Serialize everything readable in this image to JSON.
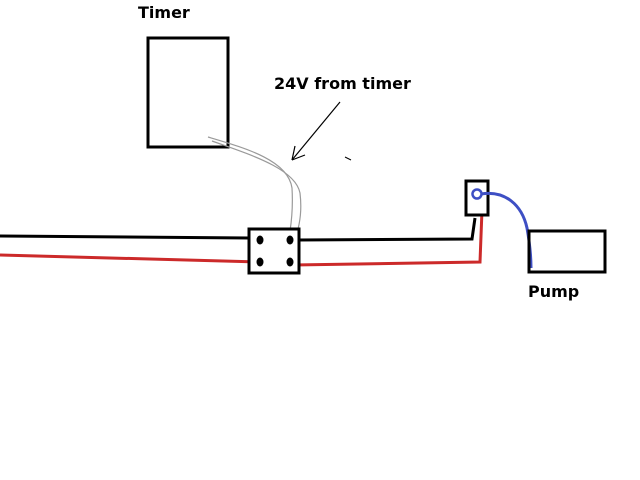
{
  "labels": {
    "timer": "Timer",
    "annotation": "24V from timer",
    "pump": "Pump"
  },
  "colors": {
    "line_wire": "#000000",
    "hot_wire": "#cc2a2a",
    "pump_wire": "#3e4fc4",
    "timer_leads": "#9a9a9a",
    "background": "#ffffff"
  }
}
